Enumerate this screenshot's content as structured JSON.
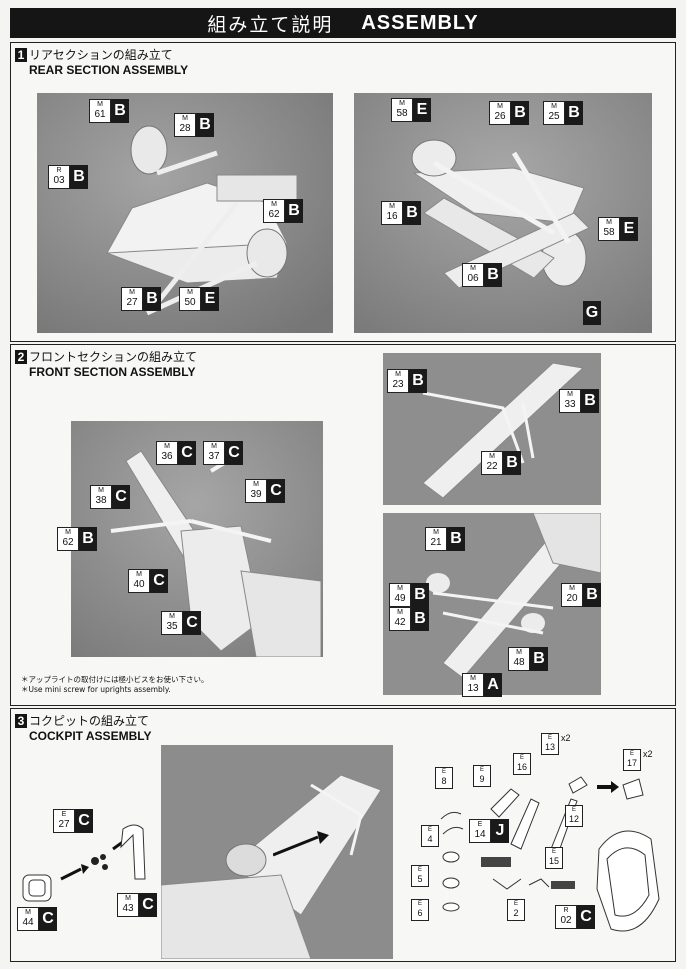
{
  "header": {
    "jp": "組み立て説明",
    "en": "ASSEMBLY"
  },
  "sections": [
    {
      "num": "1",
      "jp": "リアセクションの組み立て",
      "en": "REAR SECTION ASSEMBLY"
    },
    {
      "num": "2",
      "jp": "フロントセクションの組み立て",
      "en": "FRONT SECTION ASSEMBLY"
    },
    {
      "num": "3",
      "jp": "コクピットの組み立て",
      "en": "COCKPIT ASSEMBLY"
    }
  ],
  "note": {
    "line1": "＊アップライトの取付けには極小ビスをお使い下さい。",
    "line2": "＊Use mini screw for uprights assembly."
  },
  "callouts": {
    "s1a": [
      {
        "s": "M",
        "n": "61",
        "p": "B"
      },
      {
        "s": "M",
        "n": "28",
        "p": "B"
      },
      {
        "s": "R",
        "n": "03",
        "p": "B"
      },
      {
        "s": "M",
        "n": "62",
        "p": "B"
      },
      {
        "s": "M",
        "n": "27",
        "p": "B"
      },
      {
        "s": "M",
        "n": "50",
        "p": "E"
      }
    ],
    "s1b": [
      {
        "s": "M",
        "n": "58",
        "p": "E"
      },
      {
        "s": "M",
        "n": "26",
        "p": "B"
      },
      {
        "s": "M",
        "n": "25",
        "p": "B"
      },
      {
        "s": "M",
        "n": "16",
        "p": "B"
      },
      {
        "s": "M",
        "n": "58",
        "p": "E"
      },
      {
        "s": "M",
        "n": "06",
        "p": "B"
      },
      {
        "s": "",
        "n": "",
        "p": "G"
      }
    ],
    "s2a": [
      {
        "s": "M",
        "n": "36",
        "p": "C"
      },
      {
        "s": "M",
        "n": "37",
        "p": "C"
      },
      {
        "s": "M",
        "n": "38",
        "p": "C"
      },
      {
        "s": "M",
        "n": "39",
        "p": "C"
      },
      {
        "s": "M",
        "n": "62",
        "p": "B"
      },
      {
        "s": "M",
        "n": "40",
        "p": "C"
      },
      {
        "s": "M",
        "n": "35",
        "p": "C"
      }
    ],
    "s2b": [
      {
        "s": "M",
        "n": "23",
        "p": "B"
      },
      {
        "s": "M",
        "n": "33",
        "p": "B"
      },
      {
        "s": "M",
        "n": "22",
        "p": "B"
      }
    ],
    "s2c": [
      {
        "s": "M",
        "n": "21",
        "p": "B"
      },
      {
        "s": "M",
        "n": "49",
        "p": "B"
      },
      {
        "s": "M",
        "n": "20",
        "p": "B"
      },
      {
        "s": "M",
        "n": "42",
        "p": "B"
      },
      {
        "s": "M",
        "n": "48",
        "p": "B"
      },
      {
        "s": "M",
        "n": "13",
        "p": "A"
      }
    ],
    "s3": [
      {
        "s": "E",
        "n": "27",
        "p": "C"
      },
      {
        "s": "M",
        "n": "43",
        "p": "C"
      },
      {
        "s": "M",
        "n": "44",
        "p": "C"
      },
      {
        "s": "E",
        "n": "14",
        "p": "J"
      },
      {
        "s": "R",
        "n": "02",
        "p": "C"
      }
    ],
    "s3small": [
      {
        "s": "E",
        "n": "13",
        "m": "x2"
      },
      {
        "s": "E",
        "n": "17",
        "m": "x2"
      },
      {
        "s": "E",
        "n": "9",
        "m": ""
      },
      {
        "s": "E",
        "n": "16",
        "m": ""
      },
      {
        "s": "E",
        "n": "8",
        "m": ""
      },
      {
        "s": "E",
        "n": "12",
        "m": ""
      },
      {
        "s": "E",
        "n": "4",
        "m": ""
      },
      {
        "s": "E",
        "n": "15",
        "m": ""
      },
      {
        "s": "E",
        "n": "5",
        "m": ""
      },
      {
        "s": "E",
        "n": "6",
        "m": ""
      },
      {
        "s": "E",
        "n": "2",
        "m": ""
      }
    ]
  }
}
